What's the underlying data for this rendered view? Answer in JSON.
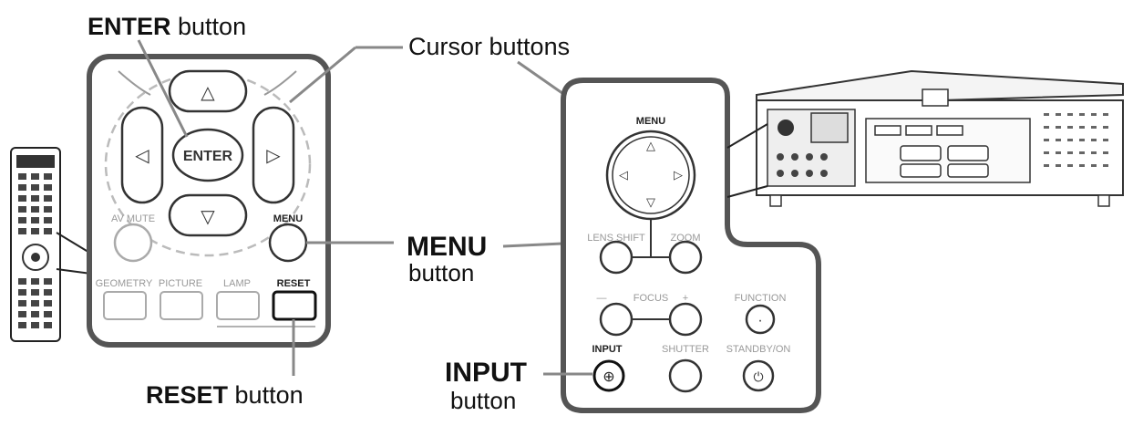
{
  "callouts": {
    "enter_bold": "ENTER",
    "enter_rest": " button",
    "cursor": "Cursor buttons",
    "menu_bold": "MENU",
    "menu_rest": "button",
    "input_bold": "INPUT",
    "input_rest": "button",
    "reset_bold": "RESET",
    "reset_rest": " button"
  },
  "remote_panel": {
    "enter_label": "ENTER",
    "av_mute": "AV MUTE",
    "menu": "MENU",
    "geometry": "GEOMETRY",
    "picture": "PICTURE",
    "lamp": "LAMP",
    "reset": "RESET",
    "arrows": {
      "up": "△",
      "down": "▽",
      "left": "◁",
      "right": "▷"
    }
  },
  "control_panel": {
    "menu": "MENU",
    "lens_shift": "LENS SHIFT",
    "zoom": "ZOOM",
    "focus_minus": "—",
    "focus": "FOCUS",
    "focus_plus": "+",
    "function": "FUNCTION",
    "input": "INPUT",
    "shutter": "SHUTTER",
    "standby": "STANDBY/ON",
    "arrows": {
      "up": "△",
      "down": "▽",
      "left": "◁",
      "right": "▷"
    }
  },
  "icons": {
    "input_symbol": "⊕",
    "power_symbol": "⏻",
    "function_dot": "·"
  }
}
